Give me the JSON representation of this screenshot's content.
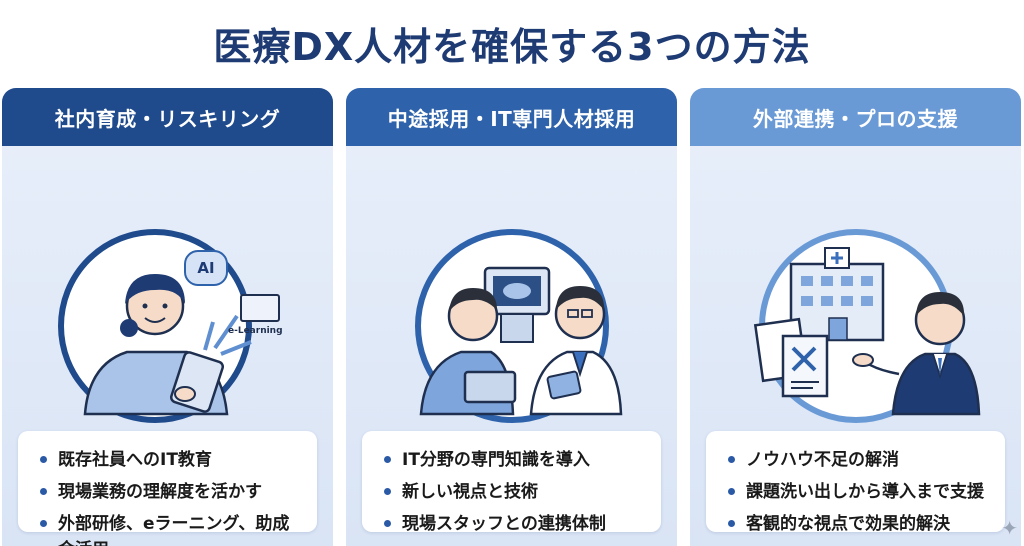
{
  "title": "医療DX人材を確保する3つの方法",
  "columns": [
    {
      "header": "社内育成・リスキリング",
      "illustration_labels": {
        "ai": "AI",
        "elearning": "e-Learning"
      },
      "bullets": [
        "既存社員へのIT教育",
        "現場業務の理解度を活かす",
        "外部研修、eラーニング、助成金活用"
      ]
    },
    {
      "header": "中途採用・IT専門人材採用",
      "bullets": [
        "IT分野の専門知識を導入",
        "新しい視点と技術",
        "現場スタッフとの連携体制"
      ]
    },
    {
      "header": "外部連携・プロの支援",
      "bullets": [
        "ノウハウ不足の解消",
        "課題洗い出しから導入まで支援",
        "客観的な視点で効果的解決"
      ]
    }
  ],
  "colors": {
    "title": "#1f3b74",
    "header1": "#1f4a8c",
    "header2": "#2e62ab",
    "header3": "#6a9ad6",
    "panel": "#dde7f6",
    "bullet": "#2a5aa6"
  },
  "icons": [
    "nurse-tablet-icon",
    "ai-brain-icon",
    "ebook-icon",
    "it-staff-doctor-icon",
    "hospital-consultant-icon",
    "sparkle-icon"
  ]
}
